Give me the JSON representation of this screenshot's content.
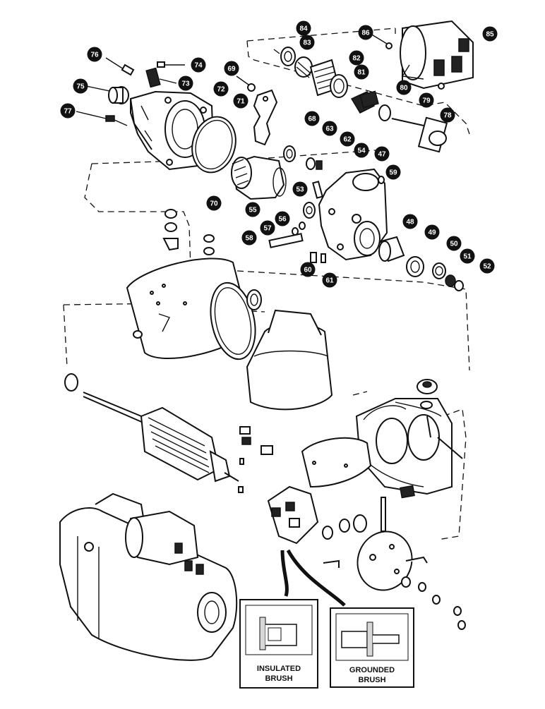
{
  "callouts": [
    {
      "id": "c84",
      "label": "84"
    },
    {
      "id": "c83",
      "label": "83"
    },
    {
      "id": "c86",
      "label": "86"
    },
    {
      "id": "c85",
      "label": "85"
    },
    {
      "id": "c82",
      "label": "82"
    },
    {
      "id": "c81",
      "label": "81"
    },
    {
      "id": "c80",
      "label": "80"
    },
    {
      "id": "c79",
      "label": "79"
    },
    {
      "id": "c78",
      "label": "78"
    },
    {
      "id": "c76",
      "label": "76"
    },
    {
      "id": "c74",
      "label": "74"
    },
    {
      "id": "c73",
      "label": "73"
    },
    {
      "id": "c75",
      "label": "75"
    },
    {
      "id": "c72",
      "label": "72"
    },
    {
      "id": "c69",
      "label": "69"
    },
    {
      "id": "c71",
      "label": "71"
    },
    {
      "id": "c68",
      "label": "68"
    },
    {
      "id": "c77",
      "label": "77"
    },
    {
      "id": "c63",
      "label": "63"
    },
    {
      "id": "c62",
      "label": "62"
    },
    {
      "id": "c54",
      "label": "54"
    },
    {
      "id": "c47",
      "label": "47"
    },
    {
      "id": "c59",
      "label": "59"
    },
    {
      "id": "c53",
      "label": "53"
    },
    {
      "id": "c70",
      "label": "70"
    },
    {
      "id": "c55",
      "label": "55"
    },
    {
      "id": "c56",
      "label": "56"
    },
    {
      "id": "c57",
      "label": "57"
    },
    {
      "id": "c58",
      "label": "58"
    },
    {
      "id": "c48",
      "label": "48"
    },
    {
      "id": "c49",
      "label": "49"
    },
    {
      "id": "c50",
      "label": "50"
    },
    {
      "id": "c51",
      "label": "51"
    },
    {
      "id": "c52",
      "label": "52"
    },
    {
      "id": "c60",
      "label": "60"
    },
    {
      "id": "c61",
      "label": "61"
    }
  ],
  "insets": {
    "insulated": {
      "line1": "INSULATED",
      "line2": "BRUSH"
    },
    "grounded": {
      "line1": "GROUNDED",
      "line2": "BRUSH"
    }
  },
  "colors": {
    "ink": "#111111",
    "paper": "#ffffff",
    "callout_fill": "#111111"
  }
}
